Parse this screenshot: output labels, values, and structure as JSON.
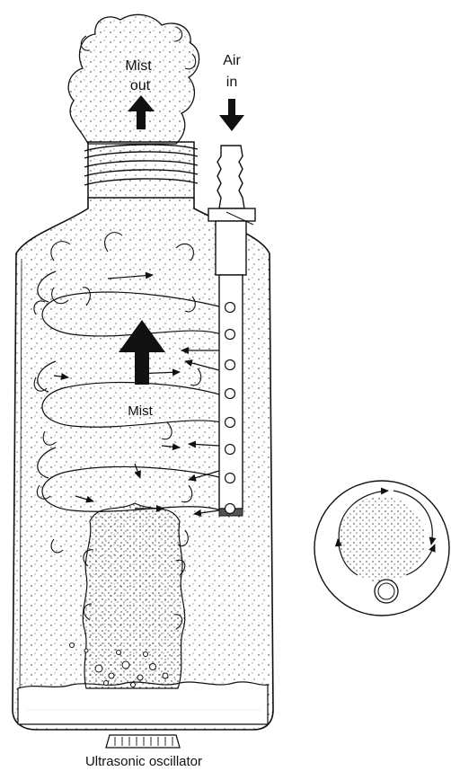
{
  "labels": {
    "mist_out_line1": "Mist",
    "mist_out_line2": "out",
    "air_in_line1": "Air",
    "air_in_line2": "in",
    "mist_center": "Mist",
    "oscillator": "Ultrasonic oscillator"
  },
  "colors": {
    "ink": "#111111",
    "paper": "#ffffff",
    "stipple": "#222222"
  }
}
